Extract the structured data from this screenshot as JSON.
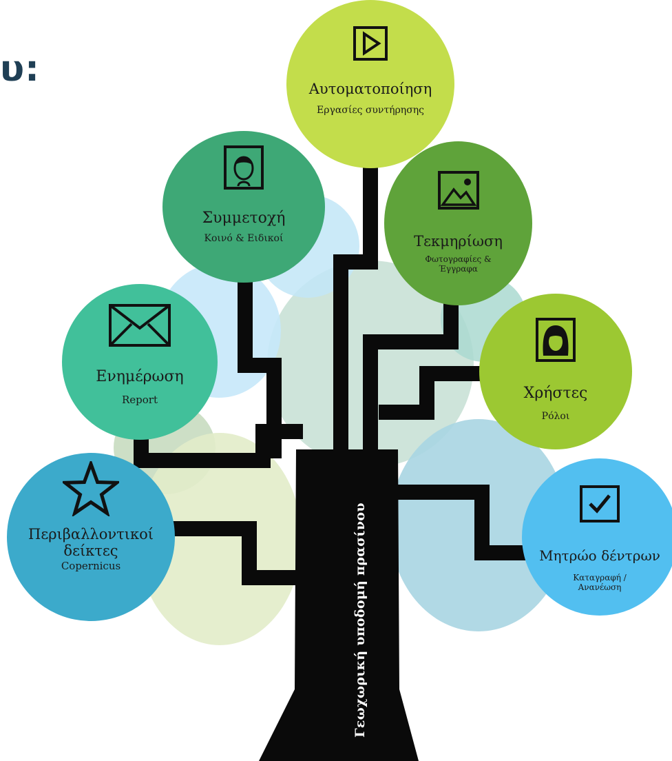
{
  "heading_fragment": "υ:",
  "trunk_label": "Γεωχωρική υποδομή πρασίνου",
  "nodes": [
    {
      "id": "automation",
      "title": "Αυτοματοποίηση",
      "subtitle": "Εργασίες συντήρησης",
      "icon": "play-icon",
      "color": "#c3dd4b"
    },
    {
      "id": "participation",
      "title": "Συμμετοχή",
      "subtitle": "Κοινό & Ειδικοί",
      "icon": "male-avatar-icon",
      "color": "#3ea876"
    },
    {
      "id": "documentation",
      "title": "Τεκμηρίωση",
      "subtitle": "Φωτογραφίες & Έγγραφα",
      "icon": "image-icon",
      "color": "#5fa33a"
    },
    {
      "id": "notification",
      "title": "Ενημέρωση",
      "subtitle": "Report",
      "icon": "envelope-icon",
      "color": "#41c09a"
    },
    {
      "id": "users",
      "title": "Χρήστες",
      "subtitle": "Ρόλοι",
      "icon": "female-avatar-icon",
      "color": "#9cc832"
    },
    {
      "id": "indicators",
      "title": "Περιβαλλοντικοί δείκτες",
      "subtitle": "Copernicus",
      "icon": "star-icon",
      "color": "#3caacb"
    },
    {
      "id": "registry",
      "title": "Μητρώο δέντρων",
      "subtitle": "Καταγραφή / Ανανέωση",
      "icon": "checkbox-icon",
      "color": "#52bff0"
    }
  ]
}
